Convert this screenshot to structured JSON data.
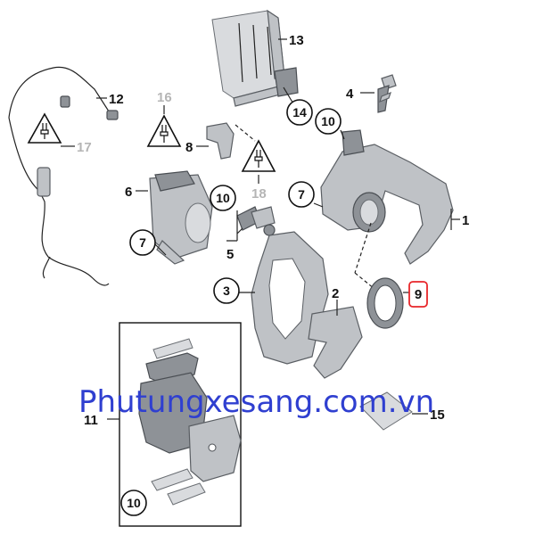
{
  "callouts": {
    "p1": "1",
    "p2": "2",
    "p3": "3",
    "p4": "4",
    "p5": "5",
    "p6": "6",
    "p7a": "7",
    "p7b": "7",
    "p8": "8",
    "p9": "9",
    "p10a": "10",
    "p10b": "10",
    "p10c": "10",
    "p11": "11",
    "p12": "12",
    "p13": "13",
    "p14": "14",
    "p15": "15",
    "p16": "16",
    "p17": "17",
    "p18": "18"
  },
  "highlight_color": "#e8262a",
  "watermark": "Phutungxesang.com.vn"
}
